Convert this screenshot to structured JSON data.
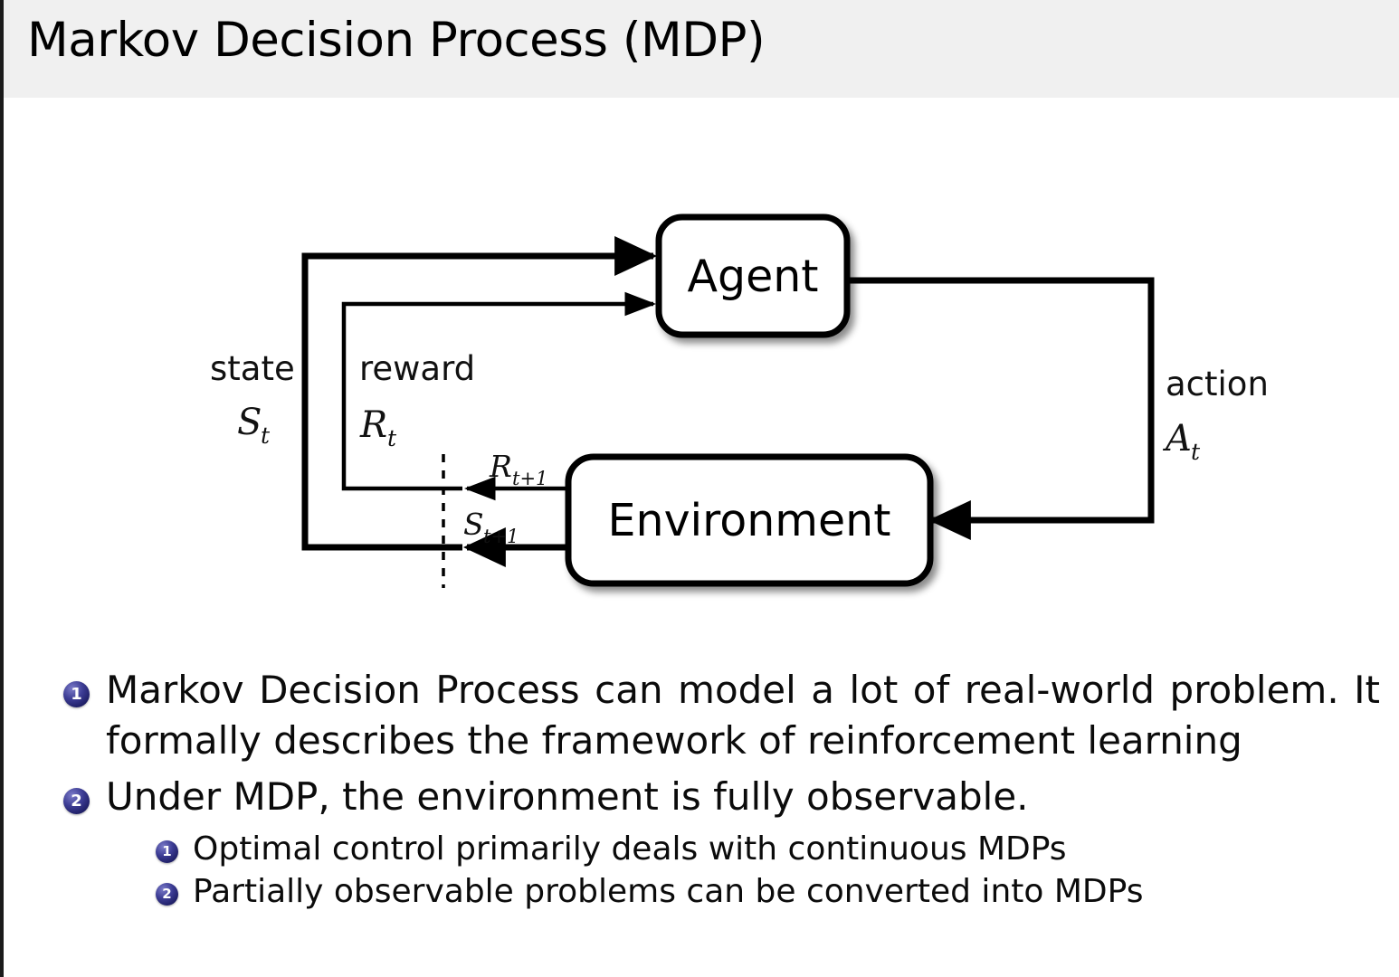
{
  "slide": {
    "title": "Markov Decision Process (MDP)"
  },
  "diagram": {
    "name": "agent-environment-interaction-loop",
    "agent_box_label": "Agent",
    "environment_box_label": "Environment",
    "state_label": "state",
    "state_symbol": "S",
    "state_subscript": "t",
    "reward_label": "reward",
    "reward_symbol": "R",
    "reward_subscript": "t",
    "action_label": "action",
    "action_symbol": "A",
    "action_subscript": "t",
    "next_reward_symbol": "R",
    "next_reward_subscript": "t+1",
    "next_state_symbol": "S",
    "next_state_subscript": "t+1",
    "stroke_color": "#000000",
    "box_fill": "#ffffff"
  },
  "bullets": [
    {
      "index": "1",
      "level": 1,
      "text": "Markov Decision Process can model a lot of real-world problem. It formally describes the framework of reinforcement learning"
    },
    {
      "index": "2",
      "level": 1,
      "text": "Under MDP, the environment is fully observable."
    },
    {
      "index": "1",
      "level": 2,
      "text": "Optimal control primarily deals with continuous MDPs"
    },
    {
      "index": "2",
      "level": 2,
      "text": "Partially observable problems can be converted into MDPs"
    }
  ],
  "colors": {
    "title_bar": "#f0f0f0",
    "bullet_marker": "#2a2a7a",
    "text": "#0b0b0b"
  }
}
